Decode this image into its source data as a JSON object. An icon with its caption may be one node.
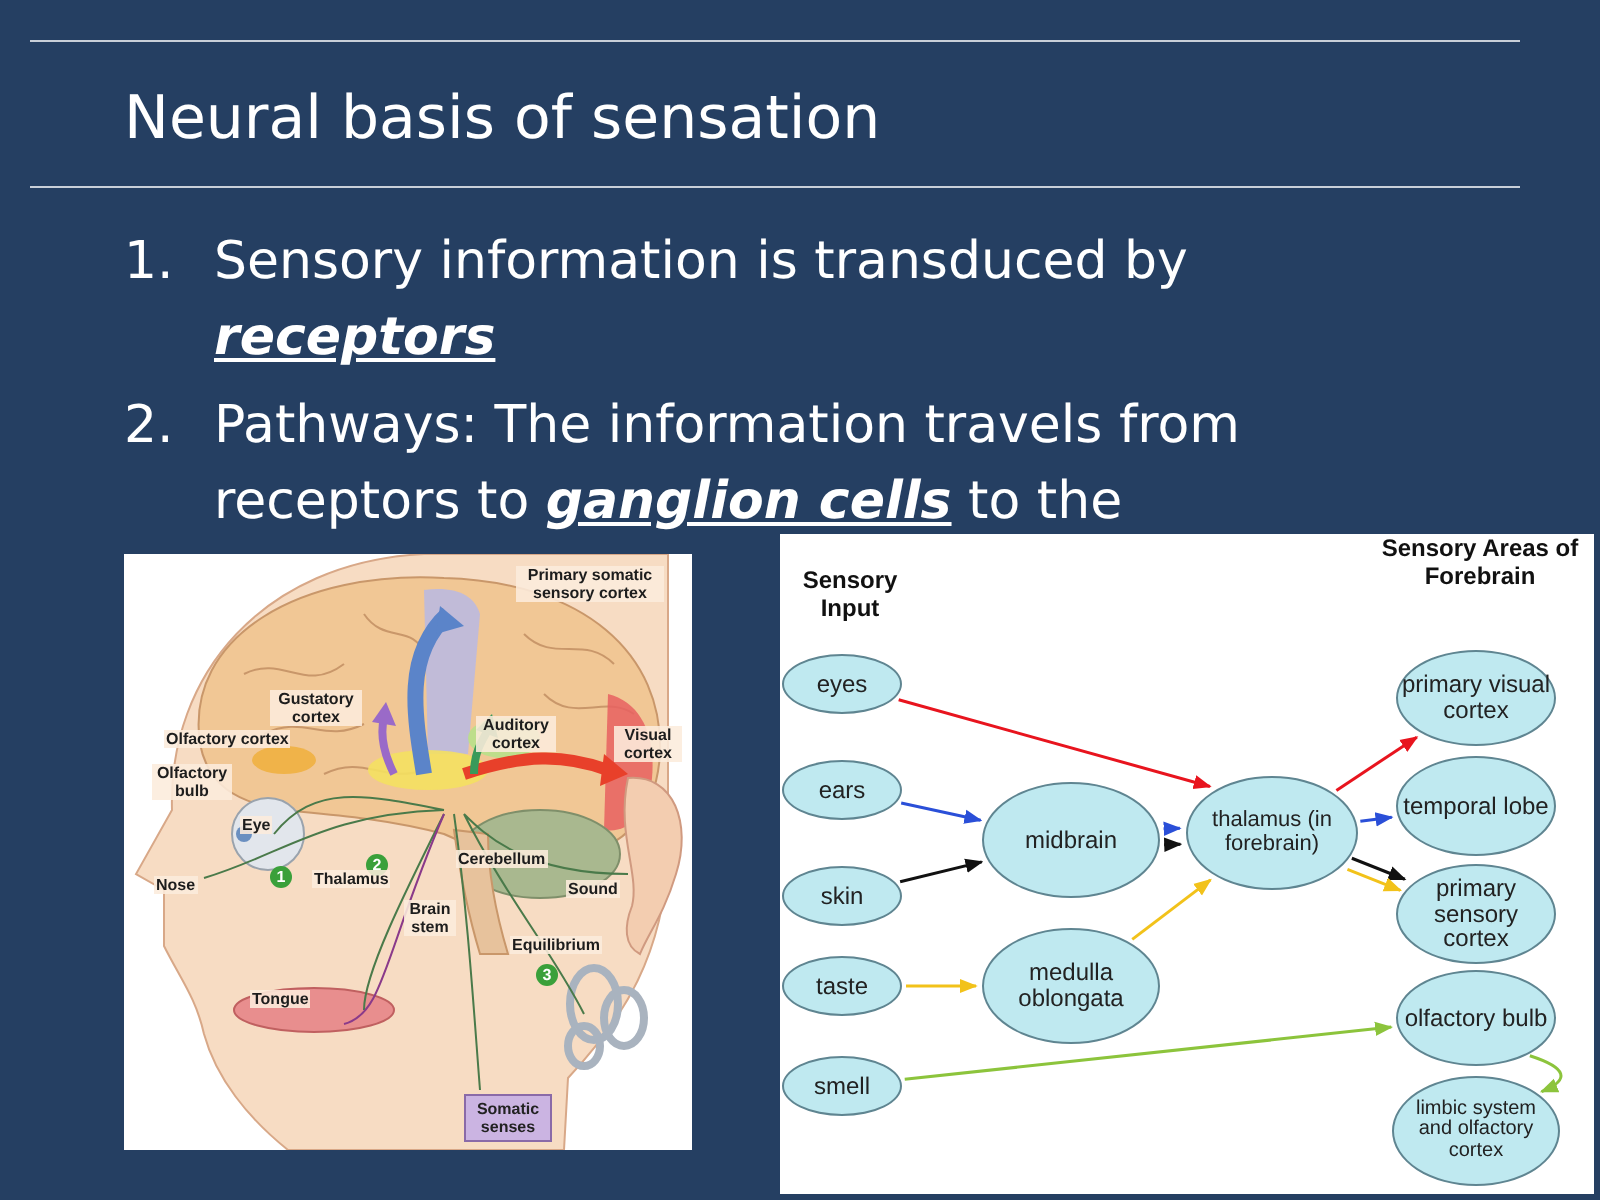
{
  "diagram": {
    "title": "Neural basis of sensation",
    "nodes": [
      {
        "text": [
          "eyes"
        ]
      },
      {
        "text": [
          "ears"
        ]
      },
      {
        "text": [
          "skin"
        ]
      },
      {
        "text": [
          "taste"
        ]
      },
      {
        "text": [
          "smell"
        ]
      },
      {
        "text": [
          "midbrain"
        ]
      },
      {
        "text": [
          "medulla oblongata"
        ]
      },
      {
        "text": [
          "thalamus (in forebrain)"
        ]
      },
      {
        "text": [
          "primary visual cortex"
        ]
      },
      {
        "text": [
          "temporal lobe"
        ]
      },
      {
        "text": [
          "primary sensory cortex"
        ]
      },
      {
        "text": [
          "olfactory bulb"
        ]
      },
      {
        "text": [
          "limbic system and olfactory cortex"
        ]
      }
    ],
    "edges": [
      {
        "from": 0,
        "to": 7,
        "arrow": "to",
        "color": "#e8141e"
      },
      {
        "from": 1,
        "to": 5,
        "arrow": "to",
        "color": "#2a4fd8"
      },
      {
        "from": 2,
        "to": 5,
        "arrow": "to",
        "color": "#111111"
      },
      {
        "from": 3,
        "to": 6,
        "arrow": "to",
        "color": "#f2c21a"
      },
      {
        "from": 4,
        "to": 11,
        "arrow": "to",
        "color": "#8cc43c"
      },
      {
        "from": 5,
        "to": 7,
        "arrow": "to",
        "color": "#2a4fd8"
      },
      {
        "from": 5,
        "to": 7,
        "arrow": "to",
        "color": "#111111"
      },
      {
        "from": 6,
        "to": 7,
        "arrow": "to",
        "color": "#f2c21a"
      },
      {
        "from": 7,
        "to": 8,
        "arrow": "to",
        "color": "#e8141e"
      },
      {
        "from": 7,
        "to": 9,
        "arrow": "to",
        "color": "#2a4fd8"
      },
      {
        "from": 7,
        "to": 10,
        "arrow": "to",
        "color": "#111111"
      },
      {
        "from": 7,
        "to": 10,
        "arrow": "to",
        "color": "#f2c21a"
      },
      {
        "from": 11,
        "to": 12,
        "arrow": "to",
        "color": "#8cc43c"
      }
    ],
    "labels": [
      "1.",
      "Sensory information is transduced by **receptors**",
      "2.",
      "Pathways: The information travels from receptors to **ganglion cells** to the",
      "Sensory Input",
      "Sensory Areas of Forebrain",
      "Primary somatic sensory cortex",
      "Gustatory cortex",
      "Auditory cortex",
      "Olfactory cortex",
      "Visual cortex",
      "Olfactory bulb",
      "Eye",
      "Cerebellum",
      "2",
      "1",
      "Thalamus",
      "Nose",
      "Sound",
      "Brain stem",
      "Equilibrium",
      "3",
      "Tongue",
      "Somatic senses"
    ]
  }
}
